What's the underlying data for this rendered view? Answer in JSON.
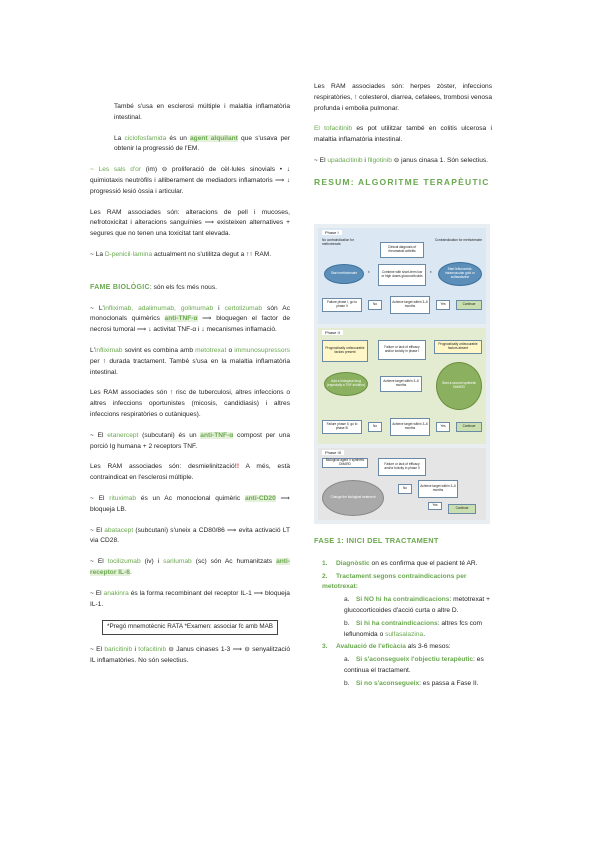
{
  "left": {
    "p1": "També s'usa en esclerosi múltiple i malaltia inflamatòria intestinal.",
    "p2_a": "La ",
    "p2_term": "ciclofosfamida",
    "p2_b": " és un ",
    "p2_hl": "agent alquilant",
    "p2_c": " que s'usava per obtenir la progressió de l'EM.",
    "p3_term": "~ Les sals d'or",
    "p3_rest": " (im) ⊖ proliferació de cèl·lules sinovials • ↓ quimiotaxis neutròfils i alliberament de mediadors inflamatoris ⟹ ↓ progressió lesió òssia i articular.",
    "p4": "Les RAM associades són: alteracions de pell i mucoses, nefrotoxicitat i alteracions sanguínies ⟹ existeixen alternatives + segures que no tenen una toxicitat tant elevada.",
    "p5_a": "~ La ",
    "p5_term": "D-penicil·lamina",
    "p5_b": " actualment no s'utilitza degut a ↑↑ RAM.",
    "fame_heading": "FAME BIOLÒGIC",
    "fame_rest": ": són els fcs més nous.",
    "p6_a": "~ L'",
    "p6_t1": "infliximab, adalimumab, golimumab",
    "p6_b": " i ",
    "p6_t2": "certolizumab",
    "p6_c": " són Ac monoclonals quimèrics ",
    "p6_t3": "anti-TNF-α",
    "p6_d": " ⟹ bloquegen el factor de necrosi tumoral ⟹ ↓ activitat TNF-α i ↓ mecanismes inflamació.",
    "p7_a": "L'",
    "p7_t1": "infliximab",
    "p7_b": " sovint es combina amb ",
    "p7_t2": "metotrexat",
    "p7_c": " o ",
    "p7_t3": "immunosupressors",
    "p7_d": " per ↑ durada tractament. També s'usa en la malaltia inflamatòria intestinal.",
    "p8": "Les RAM associades són ↑ risc de tuberculosi, altres infeccions o altres infeccions oportunistes (micosis, candidiasis) i altres infeccions respiratòries o cutàniques).",
    "p9_a": "~ El ",
    "p9_t1": "etanercept",
    "p9_b": " (subcutani) és un ",
    "p9_t2": "anti-TNF-α",
    "p9_c": " compost per una porció Ig humana + 2 receptors TNF.",
    "p10_a": "Les RAM associades són: desmielinització",
    "p10_mark": "!!",
    "p10_b": " A més, està contraindicat en l'esclerosi múltiple.",
    "p11_a": "~ El ",
    "p11_t1": "rituximab",
    "p11_b": " és un Ac monoclonal quimèric ",
    "p11_t2": "anti-CD20",
    "p11_c": " ⟹ bloqueja LB.",
    "p12_a": "~ El ",
    "p12_t1": "abatacept",
    "p12_b": " (subcutani) s'uneix a CD80/86 ⟹ evita activació LT via CD28.",
    "p13_a": "~ El ",
    "p13_t1": "tocilizumab",
    "p13_b": " (iv) i ",
    "p13_t2": "sarilumab",
    "p13_c": " (sc) són Ac humanitzats ",
    "p13_t3": "anti-receptor IL-6",
    "p13_d": ".",
    "p14_a": "~ El ",
    "p14_t1": "anakinra",
    "p14_b": " és la forma recombinant del receptor IL-1 ⟹ bloqueja IL-1.",
    "boxnote": "*Pregó mnemotècnic RATA *Examen: associar fc amb MAB",
    "p15_a": "~ El ",
    "p15_t1": "baricitinib",
    "p15_b": " i ",
    "p15_t2": "tofacitinib",
    "p15_c": " ⊖ Janus cinases 1-3 ⟹ ⊖ senyalització IL inflamatòries. No són selectius."
  },
  "right": {
    "p1": "Les RAM associades són: herpes zòster, infeccions respiratòries, ↑ colesterol, diarrea, cefalees, trombosi venosa profunda i embolia pulmonar.",
    "p2_t1": "El tofacitinib",
    "p2_b": " es pot utilitzar també en colitis ulcerosa i malaltia inflamatòria intestinal.",
    "p3_a": "~ El ",
    "p3_t1": "upadacitinib",
    "p3_b": " i ",
    "p3_t2": "filgotinib",
    "p3_c": " ⊖ janus cinasa 1. Són selectius.",
    "resum": "RESUM: ALGORITME TERAPÈUTIC",
    "fase1": "FASE 1: INICI DEL TRACTAMENT",
    "s1_num": "1.",
    "s1_term": "Diagnòstic",
    "s1_rest": " on es confirma que el pacient té AR.",
    "s2_num": "2.",
    "s2_term": "Tractament segons contraindicacions per metotrexat:",
    "s2a_lbl": "a.",
    "s2a_term": "Si NO hi ha contraindicacions",
    "s2a_rest": ": metotrexat + glucocorticoides d'acció curta o altre D.",
    "s2b_lbl": "b.",
    "s2b_term": "Si hi ha contraindicacions",
    "s2b_b": ": altres fcs com leflunomida",
    "s2b_c": " o ",
    "s2b_t2": "sulfasalazina",
    "s2b_d": ".",
    "s3_num": "3.",
    "s3_term": "Avaluació de l'eficàcia",
    "s3_rest": " als 3-6 mesos:",
    "s3a_lbl": "a.",
    "s3a_term": "Si s'aconsegueix l'objectiu terapèutic",
    "s3a_rest": ": es continua el tractament.",
    "s3b_lbl": "b.",
    "s3b_term": "Si no s'aconsegueix",
    "s3b_rest": ": es passa a Fase II."
  },
  "diagram": {
    "phase1": "Phase I",
    "phase2": "Phase II",
    "phase3": "Phase III",
    "contra_l": "No contraindication for methotrexate",
    "contra_r": "Contraindication for methotrexate",
    "clinical": "Clinical diagnosis of rheumatoid arthritis",
    "start_mtx": "Start methotrexate",
    "combine": "Combine with short-term low or high doses glucocorticoids",
    "start_lef": "Start leflunomide, intramuscular gold or sulfasalazine",
    "plusminus": "±",
    "failure1": "Failure phase I, go to phase II",
    "achieve1": "Achieve target within 3–6 months",
    "no": "No",
    "yes": "Yes",
    "continue": "Continue",
    "prog_present": "Prognostically unfavourable factors present",
    "failure_lack": "Failure or lack of efficacy and/or toxicity in phase I",
    "prog_absent": "Prognostically unfavourable factors absent",
    "add_bio": "Add a biological drug (especially a TNF-inhibitor)",
    "achieve_target": "Achieve target within 3–6 months",
    "start_second": "Start a second synthetic DMARD",
    "failure2": "Failure phase II, go to phase III",
    "bio_switch": "Biological agent ± synthetic DMARD",
    "failure_lack3": "Failure or lack of efficacy and/or toxicity in phase II",
    "change_bio": "Change the biological treatment",
    "achieve3": "Achieve target within 3–6 months"
  }
}
